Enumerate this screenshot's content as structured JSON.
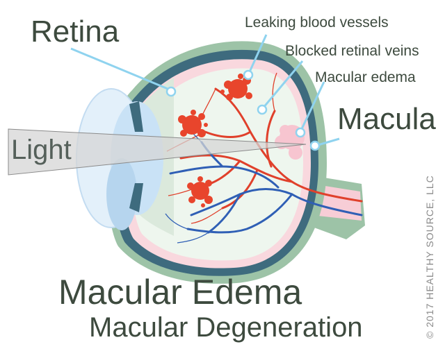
{
  "labels": {
    "retina": "Retina",
    "leaking": "Leaking blood vessels",
    "blocked": "Blocked retinal veins",
    "edema_small": "Macular edema",
    "macula": "Macula",
    "light": "Light"
  },
  "titles": {
    "primary": "Macular Edema",
    "secondary": "Macular Degeneration"
  },
  "copyright": "© 2017 HEALTHY SOURCE, LLC",
  "colors": {
    "sclera": "#9dc3a7",
    "choroid": "#3e6b7e",
    "retina_pink": "#f9d8de",
    "lens": "#c9e2f6",
    "vitreous": "#dde9de",
    "artery": "#e0402b",
    "vein": "#2f5fb5",
    "hemorrhage": "#e8452c",
    "pointer": "#8fd3ef",
    "text": "#3d4a3e"
  }
}
